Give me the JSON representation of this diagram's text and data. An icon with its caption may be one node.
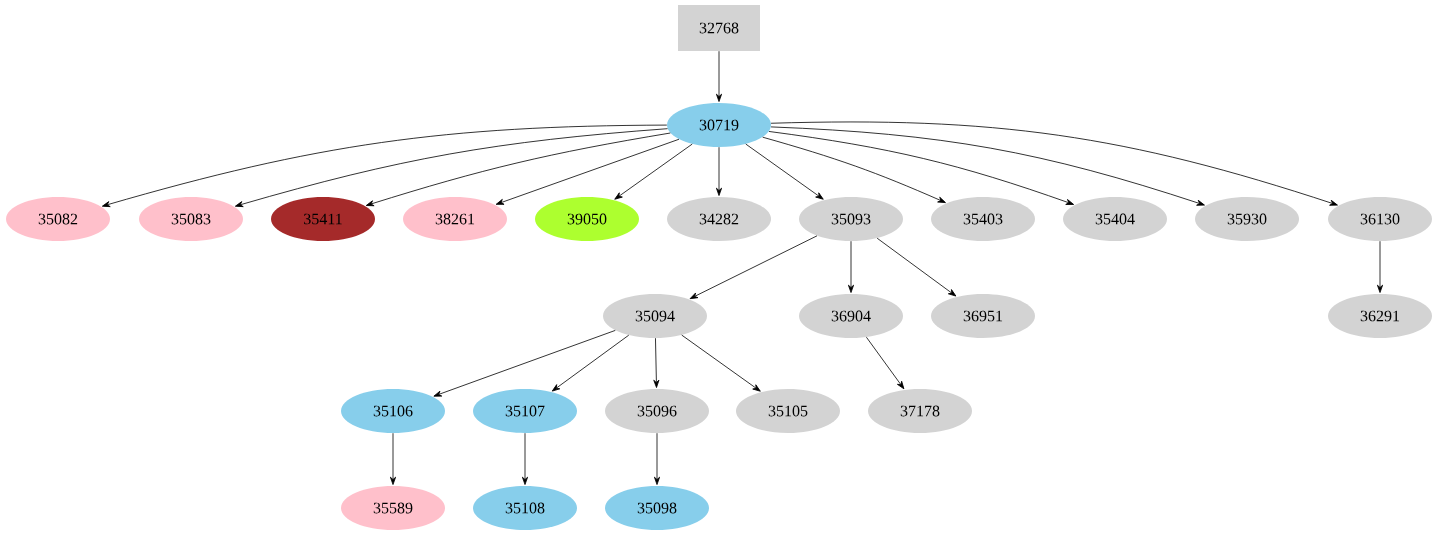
{
  "diagram": {
    "nodes": [
      {
        "text": [
          "32768"
        ]
      },
      {
        "text": [
          "30719"
        ]
      },
      {
        "text": [
          "35082"
        ]
      },
      {
        "text": [
          "35083"
        ]
      },
      {
        "text": [
          "35411"
        ]
      },
      {
        "text": [
          "38261"
        ]
      },
      {
        "text": [
          "39050"
        ]
      },
      {
        "text": [
          "34282"
        ]
      },
      {
        "text": [
          "35093"
        ]
      },
      {
        "text": [
          "35403"
        ]
      },
      {
        "text": [
          "35404"
        ]
      },
      {
        "text": [
          "35930"
        ]
      },
      {
        "text": [
          "36130"
        ]
      },
      {
        "text": [
          "35094"
        ]
      },
      {
        "text": [
          "36904"
        ]
      },
      {
        "text": [
          "36951"
        ]
      },
      {
        "text": [
          "36291"
        ]
      },
      {
        "text": [
          "35106"
        ]
      },
      {
        "text": [
          "35107"
        ]
      },
      {
        "text": [
          "35096"
        ]
      },
      {
        "text": [
          "35105"
        ]
      },
      {
        "text": [
          "37178"
        ]
      },
      {
        "text": [
          "35589"
        ]
      },
      {
        "text": [
          "35108"
        ]
      },
      {
        "text": [
          "35098"
        ]
      }
    ],
    "edges": [
      {
        "from": 0,
        "to": 1,
        "arrow": "to"
      },
      {
        "from": 1,
        "to": 2,
        "arrow": "to"
      },
      {
        "from": 1,
        "to": 3,
        "arrow": "to"
      },
      {
        "from": 1,
        "to": 4,
        "arrow": "to"
      },
      {
        "from": 1,
        "to": 5,
        "arrow": "to"
      },
      {
        "from": 1,
        "to": 6,
        "arrow": "to"
      },
      {
        "from": 1,
        "to": 7,
        "arrow": "to"
      },
      {
        "from": 1,
        "to": 8,
        "arrow": "to"
      },
      {
        "from": 1,
        "to": 9,
        "arrow": "to"
      },
      {
        "from": 1,
        "to": 10,
        "arrow": "to"
      },
      {
        "from": 1,
        "to": 11,
        "arrow": "to"
      },
      {
        "from": 1,
        "to": 12,
        "arrow": "to"
      },
      {
        "from": 8,
        "to": 13,
        "arrow": "to"
      },
      {
        "from": 8,
        "to": 14,
        "arrow": "to"
      },
      {
        "from": 8,
        "to": 15,
        "arrow": "to"
      },
      {
        "from": 12,
        "to": 16,
        "arrow": "to"
      },
      {
        "from": 13,
        "to": 17,
        "arrow": "to"
      },
      {
        "from": 13,
        "to": 18,
        "arrow": "to"
      },
      {
        "from": 13,
        "to": 19,
        "arrow": "to"
      },
      {
        "from": 13,
        "to": 20,
        "arrow": "to"
      },
      {
        "from": 14,
        "to": 21,
        "arrow": "to"
      },
      {
        "from": 17,
        "to": 22,
        "arrow": "to"
      },
      {
        "from": 18,
        "to": 23,
        "arrow": "to"
      },
      {
        "from": 19,
        "to": 24,
        "arrow": "to"
      }
    ]
  }
}
